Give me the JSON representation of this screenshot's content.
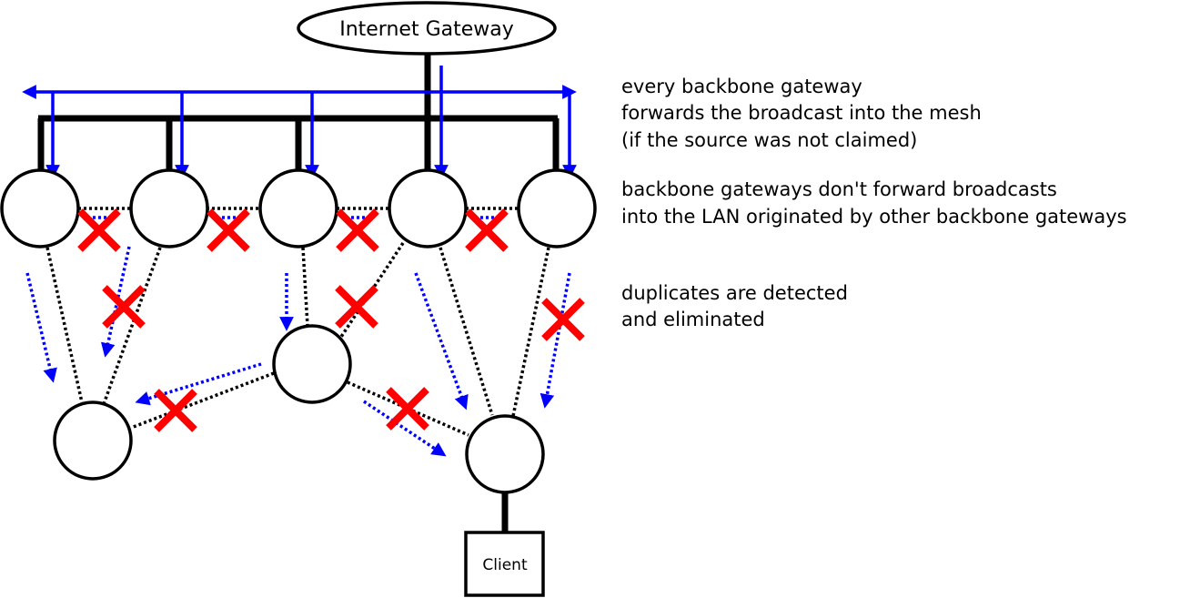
{
  "colors": {
    "line": "#000000",
    "arrow": "#0000ff",
    "cross": "#ff0000",
    "node_fill": "#ffffff"
  },
  "diagram": {
    "gateway": {
      "label": "Internet Gateway"
    },
    "client": {
      "label": "Client"
    },
    "notes": [
      {
        "lines": [
          "every backbone gateway",
          "forwards the broadcast into the mesh",
          "(if the source was not claimed)"
        ]
      },
      {
        "lines": [
          "backbone gateways don't forward broadcasts",
          "into the LAN originated by other backbone gateways"
        ]
      },
      {
        "lines": [
          "duplicates are detected",
          "and eliminated"
        ]
      }
    ]
  }
}
